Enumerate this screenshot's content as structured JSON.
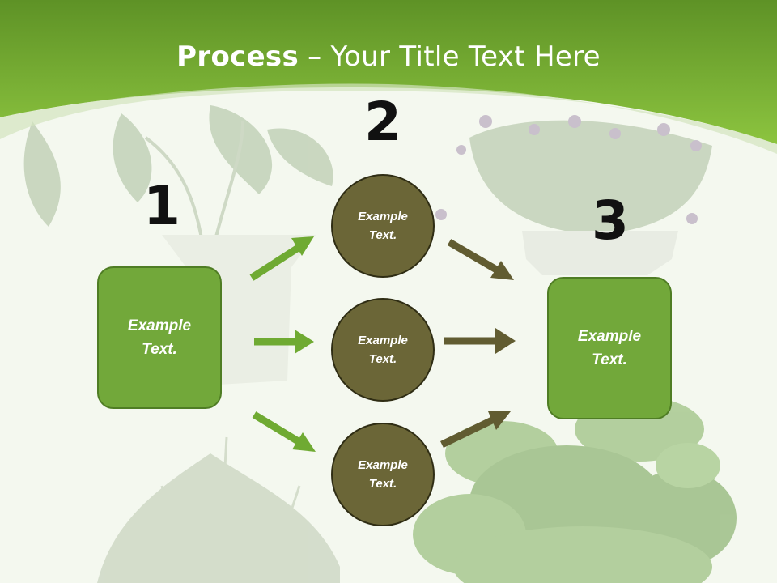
{
  "title": {
    "bold": "Process",
    "rest": " – Your Title Text Here"
  },
  "steps": {
    "one": "1",
    "two": "2",
    "three": "3"
  },
  "left_box": {
    "label": "Example\nText."
  },
  "right_box": {
    "label": "Example\nText."
  },
  "circles": [
    {
      "label": "Example\nText."
    },
    {
      "label": "Example\nText."
    },
    {
      "label": "Example\nText."
    }
  ],
  "colors": {
    "header_green": "#7ab536",
    "box_green": "#72a83a",
    "circle_olive": "#6b6637",
    "arrow_green": "#6faa32",
    "arrow_olive": "#615c31"
  },
  "icons": {
    "arrows_left": "green-arrow-icon",
    "arrows_right": "olive-arrow-icon"
  }
}
